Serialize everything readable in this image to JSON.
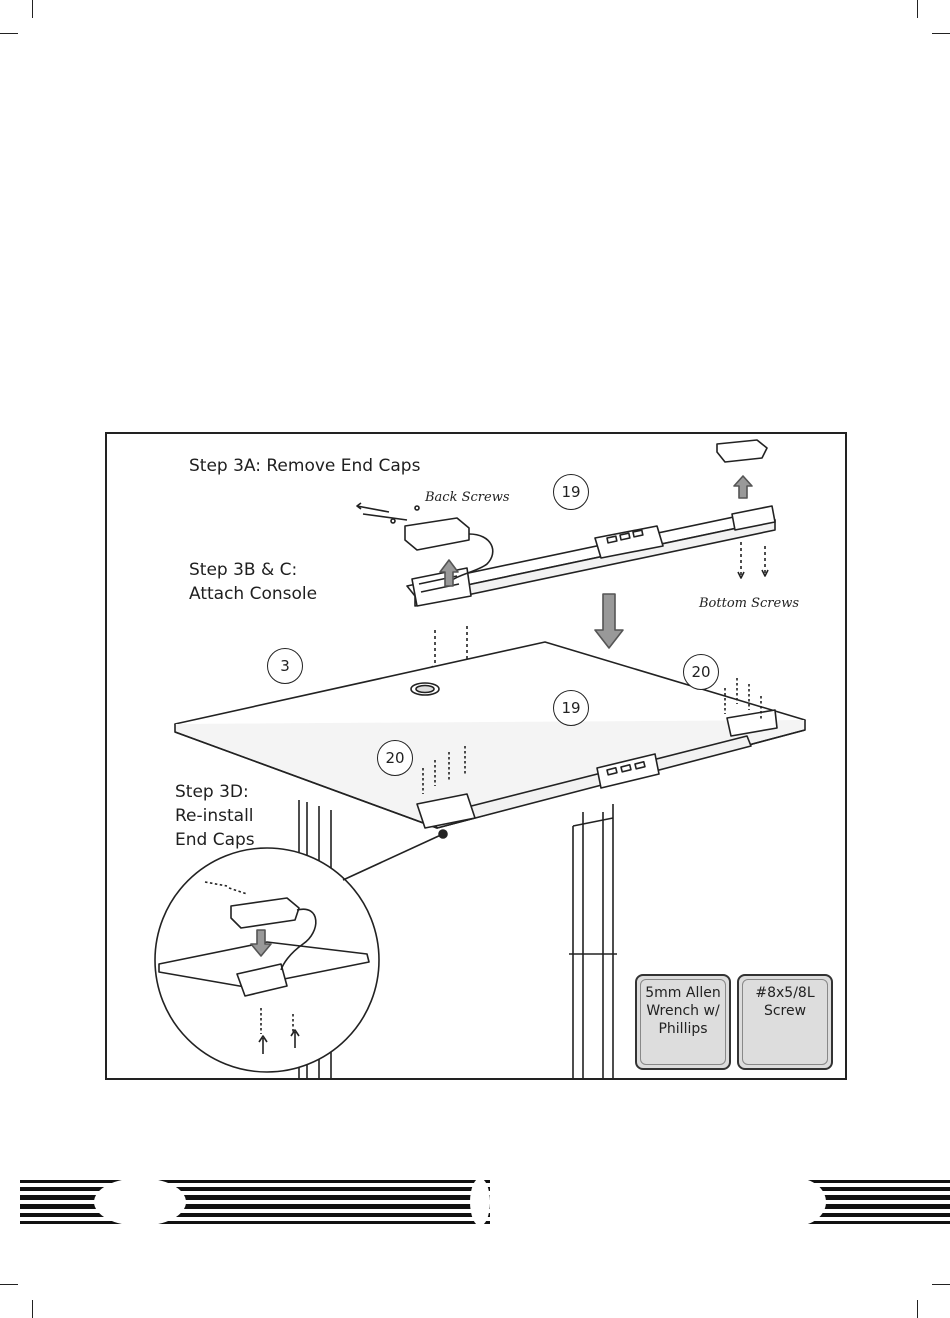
{
  "diagram": {
    "step_3a": "Step 3A: Remove End Caps",
    "back_screws": "Back Screws",
    "step_3bc_line1": "Step 3B & C:",
    "step_3bc_line2": "Attach Console",
    "bottom_screws": "Bottom Screws",
    "step_3d_line1": "Step 3D:",
    "step_3d_line2": "Re-install",
    "step_3d_line3": "End Caps",
    "callouts": {
      "part_19_top": "19",
      "part_3": "3",
      "part_19_desk": "19",
      "part_20_left": "20",
      "part_20_right": "20"
    },
    "tools": {
      "allen_line1": "5mm Allen",
      "allen_line2": "Wrench w/",
      "allen_line3": "Phillips",
      "screw_line1": "#8x5/8L",
      "screw_line2": "Screw"
    }
  }
}
